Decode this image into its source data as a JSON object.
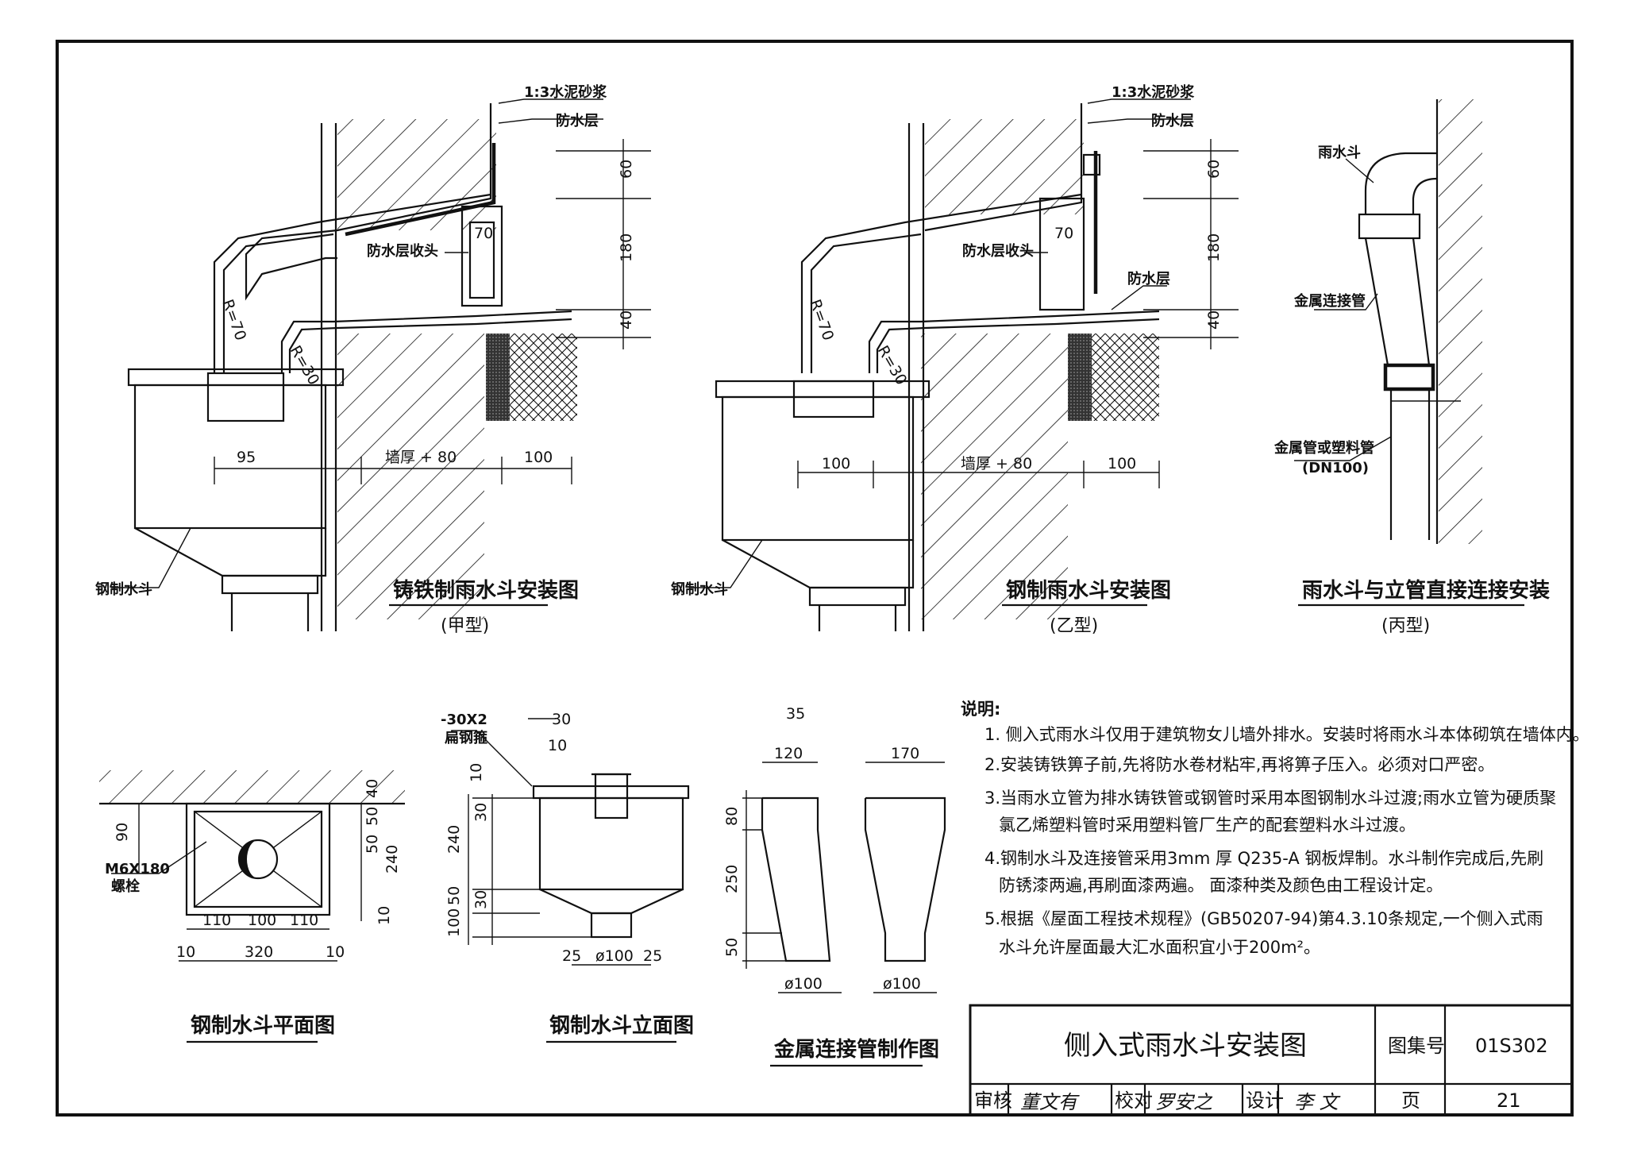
{
  "drawing": {
    "type_a": {
      "title": "铸铁制雨水斗安装图",
      "subtitle": "(甲型)",
      "labels": {
        "mortar": "1:3水泥砂浆",
        "waterproof": "防水层",
        "waterproof_end": "防水层收头",
        "hopper": "钢制水斗"
      },
      "dims": {
        "d60": "60",
        "d180": "180",
        "d40": "40",
        "d70": "70",
        "r70": "R=70",
        "r30": "R=30",
        "d95": "95",
        "wall": "墙厚 + 80",
        "d100": "100"
      }
    },
    "type_b": {
      "title": "钢制雨水斗安装图",
      "subtitle": "(乙型)",
      "labels": {
        "mortar": "1:3水泥砂浆",
        "waterproof": "防水层",
        "waterproof_end": "防水层收头",
        "waterproof2": "防水层",
        "hopper": "钢制水斗"
      },
      "dims": {
        "d60": "60",
        "d180": "180",
        "d40": "40",
        "d70": "70",
        "r70": "R=70",
        "r30": "R=30",
        "d100a": "100",
        "wall": "墙厚 + 80",
        "d100b": "100"
      }
    },
    "type_c": {
      "title": "雨水斗与立管直接连接安装",
      "subtitle": "(丙型)",
      "labels": {
        "hopper": "雨水斗",
        "connector": "金属连接管",
        "pipe": "金属管或塑料管",
        "pipe_size": "(DN100)"
      }
    },
    "plan": {
      "title": "钢制水斗平面图",
      "labels": {
        "bolt": "M6X180",
        "bolt2": "螺栓"
      },
      "dims": {
        "d90": "90",
        "d50": "50",
        "d50b": "50",
        "d40": "40",
        "d240": "240",
        "d10": "10",
        "d110a": "110",
        "d100": "100",
        "d110b": "110",
        "d320": "320",
        "d10a": "10",
        "d10b": "10"
      }
    },
    "elevation": {
      "title": "钢制水斗立面图",
      "labels": {
        "hoop": "-30X2",
        "hoop2": "扁钢箍"
      },
      "dims": {
        "d30": "30",
        "d10": "10",
        "d10v": "10",
        "d240": "240",
        "d30v": "30",
        "d30b": "30",
        "d50": "50",
        "d100": "100",
        "d25a": "25",
        "dia": "ø100",
        "d25b": "25"
      }
    },
    "connector": {
      "title": "金属连接管制作图",
      "dims": {
        "d35": "35",
        "d120": "120",
        "d170": "170",
        "d80": "80",
        "d250": "250",
        "d50": "50",
        "dia1": "ø100",
        "dia2": "ø100"
      }
    }
  },
  "notes": {
    "heading": "说明:",
    "items": [
      "1. 侧入式雨水斗仅用于建筑物女儿墙外排水。安装时将雨水斗本体砌筑在墙体内。",
      "2.安装铸铁箅子前,先将防水卷材粘牢,再将箅子压入。必须对口严密。",
      "3.当雨水立管为排水铸铁管或钢管时采用本图钢制水斗过渡;雨水立管为硬质聚",
      "氯乙烯塑料管时采用塑料管厂生产的配套塑料水斗过渡。",
      "4.钢制水斗及连接管采用3mm 厚 Q235-A 钢板焊制。水斗制作完成后,先刷",
      "防锈漆两遍,再刷面漆两遍。 面漆种类及颜色由工程设计定。",
      "5.根据《屋面工程技术规程》(GB50207-94)第4.3.10条规定,一个侧入式雨",
      "水斗允许屋面最大汇水面积宜小于200m²。"
    ]
  },
  "title_block": {
    "title": "侧入式雨水斗安装图",
    "atlas_label": "图集号",
    "atlas_no": "01S302",
    "review": "审核",
    "review_sig": "董文有",
    "check": "校对",
    "check_sig": "罗安之",
    "design": "设计",
    "design_sig": "李 文",
    "page_label": "页",
    "page_no": "21"
  }
}
